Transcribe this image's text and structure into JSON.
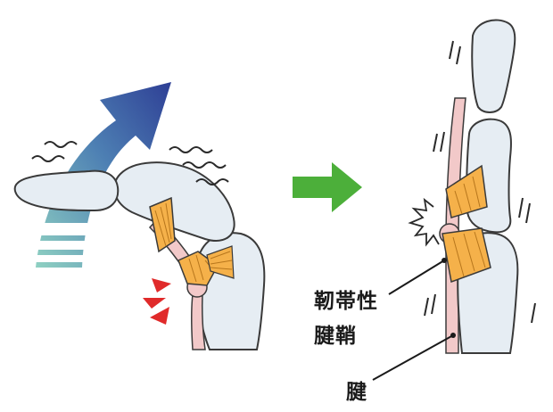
{
  "labels": {
    "ligament": "靭帯性",
    "sheath": "腱鞘",
    "tendon": "腱"
  },
  "icons": [
    "curved-motion-arrow-icon",
    "transition-arrow-icon",
    "pain-burst-icon",
    "vibration-mark-icon"
  ],
  "colors": {
    "bone": "#e6edf3",
    "bone_outline": "#3a3a3a",
    "tendon": "#f2c9c9",
    "ligament": "#f5b14a",
    "arrow_green": "#4caf3a",
    "arrow_blue": "#2e4a9e",
    "arrow_teal": "#8fd1c2",
    "alert_red": "#e02a2a"
  }
}
